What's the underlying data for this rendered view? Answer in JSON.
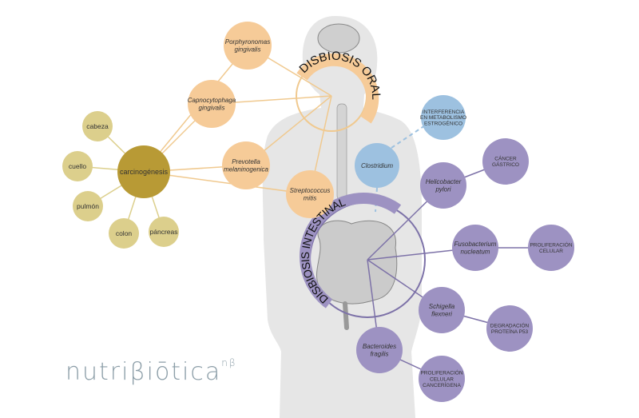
{
  "colors": {
    "yellow": "#dccf8c",
    "yellow_dark": "#b89a35",
    "orange": "#f6cb98",
    "orange_line": "#f0c98f",
    "blue": "#9dc1e0",
    "purple": "#9d92c2",
    "purple_line": "#7d72a8",
    "body": "#e6e6e6"
  },
  "hubs": {
    "oral": "DISBIOSIS ORAL",
    "intestinal": "DISBIOSIS INTESTINAL"
  },
  "yellow_nodes": {
    "center": "carcinogénesis",
    "items": [
      "cabeza",
      "cuello",
      "pulmón",
      "colon",
      "páncreas"
    ]
  },
  "oral_nodes": [
    [
      "Porphyronomas",
      "gingivalis"
    ],
    [
      "Capnocytophaga",
      "gingivalis"
    ],
    [
      "Prevotella",
      "melaninogenica"
    ],
    [
      "Streptococcus",
      "mitis"
    ]
  ],
  "blue_nodes": {
    "effect": [
      "INTERFERENCIA",
      "EN METABOLISMO",
      "ESTROGÉNICO"
    ],
    "bacterium": [
      "Clostridium"
    ]
  },
  "intestinal_nodes": [
    {
      "bacterium": [
        "Helicobacter",
        "pylori"
      ],
      "effect": [
        "CÁNCER",
        "GÁSTRICO"
      ]
    },
    {
      "bacterium": [
        "Fusobacterium",
        "nucleatum"
      ],
      "effect": [
        "PROLIFERACIÓN",
        "CELULAR"
      ]
    },
    {
      "bacterium": [
        "Schigella",
        "flexneri"
      ],
      "effect": [
        "DEGRADACIÓN",
        "PROTEÍNA P53"
      ]
    },
    {
      "bacterium": [
        "Bacteroides",
        "fragilis"
      ],
      "effect": [
        "PROLIFERACIÓN",
        "CELULAR",
        "CANCERÍGENA"
      ]
    }
  ],
  "logo": {
    "text": "NUTRIβIÓTICA",
    "mark": "nβ"
  }
}
